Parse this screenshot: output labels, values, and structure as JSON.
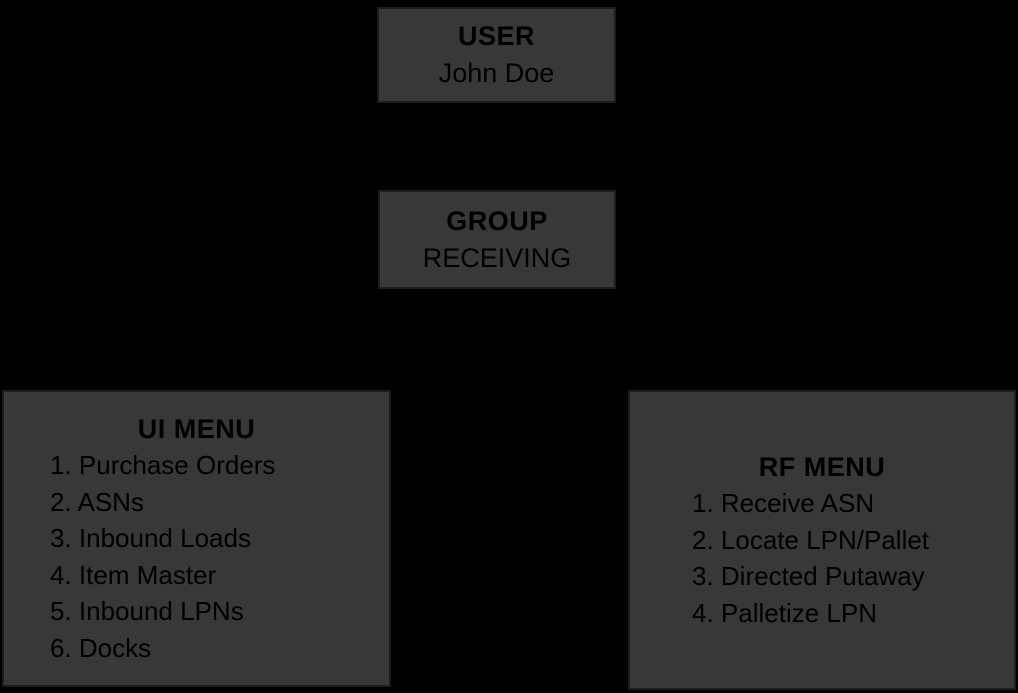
{
  "diagram": {
    "colors": {
      "background": "#000000",
      "box_fill": "#383838",
      "box_border": "#1d1d1d",
      "text": "#000000"
    },
    "user": {
      "label": "USER",
      "name": "John Doe"
    },
    "group": {
      "label": "GROUP",
      "name": "RECEIVING"
    },
    "ui_menu": {
      "title": "UI MENU",
      "items": [
        "1. Purchase Orders",
        "2. ASNs",
        "3. Inbound Loads",
        "4. Item Master",
        "5. Inbound LPNs",
        "6. Docks"
      ]
    },
    "rf_menu": {
      "title": "RF MENU",
      "items": [
        "1. Receive ASN",
        "2. Locate LPN/Pallet",
        "3. Directed Putaway",
        "4. Palletize LPN"
      ]
    }
  }
}
